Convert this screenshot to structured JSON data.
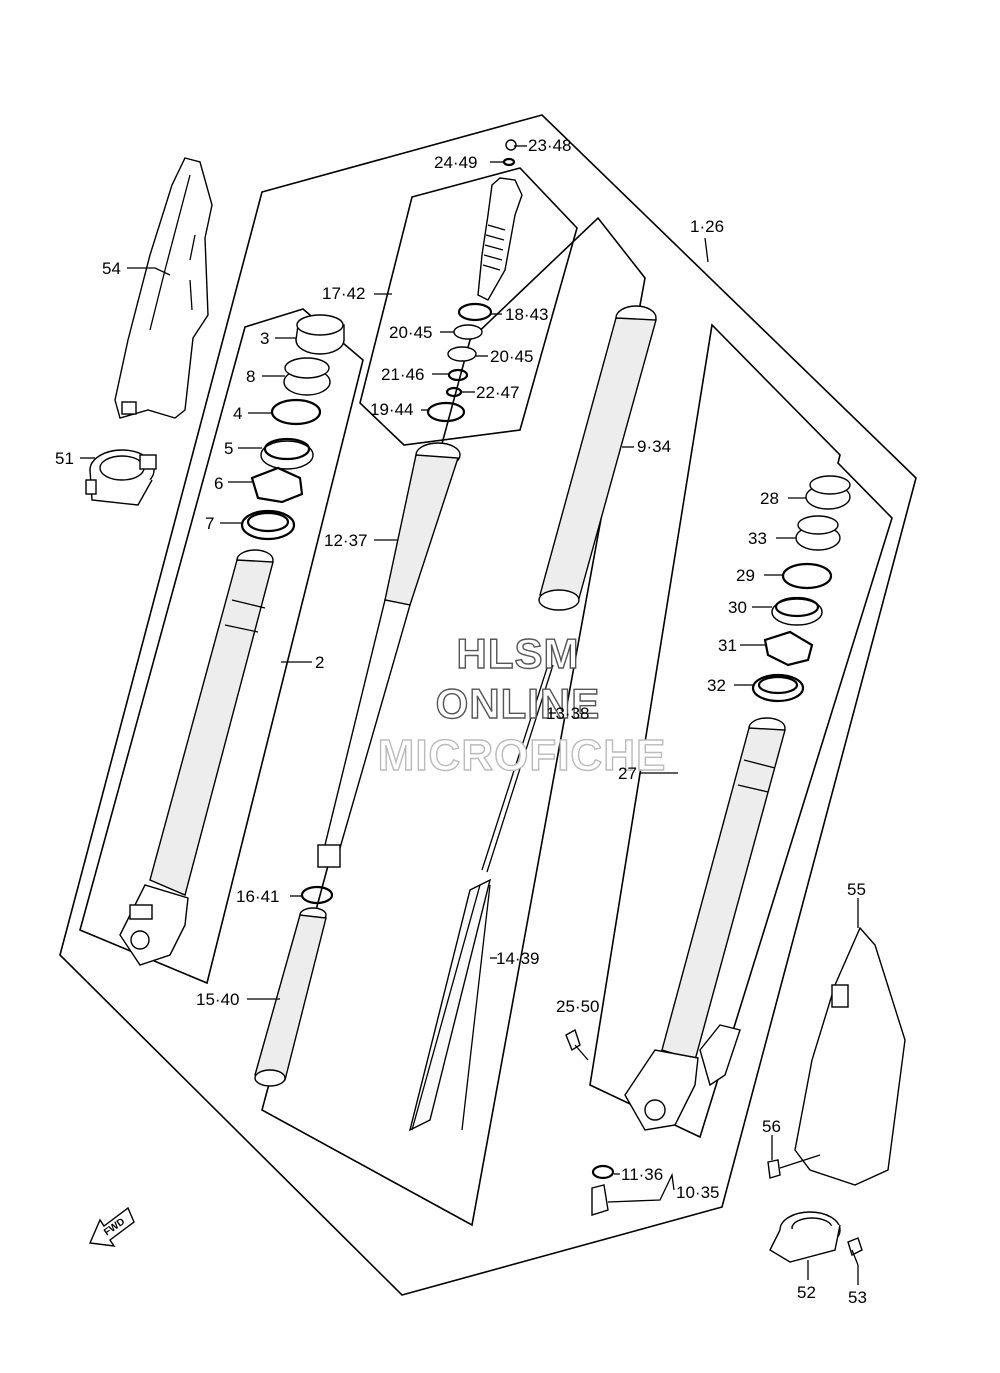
{
  "watermark": {
    "line1": "HLSM",
    "line2": "ONLINE",
    "line3": "MICROFICHE"
  },
  "fwd_label": "FWD",
  "labels": {
    "p1_26": "1·26",
    "p2": "2",
    "p3": "3",
    "p4": "4",
    "p5": "5",
    "p6": "6",
    "p7": "7",
    "p8": "8",
    "p9_34": "9·34",
    "p10_35": "10·35",
    "p11_36": "11·36",
    "p12_37": "12·37",
    "p13_38": "13·38",
    "p14_39": "14·39",
    "p15_40": "15·40",
    "p16_41": "16·41",
    "p17_42": "17·42",
    "p18_43": "18·43",
    "p19_44": "19·44",
    "p20_45a": "20·45",
    "p20_45b": "20·45",
    "p21_46": "21·46",
    "p22_47": "22·47",
    "p23_48": "23·48",
    "p24_49": "24·49",
    "p25_50": "25·50",
    "p27": "27",
    "p28": "28",
    "p29": "29",
    "p30": "30",
    "p31": "31",
    "p32": "32",
    "p33": "33",
    "p51": "51",
    "p52": "52",
    "p53": "53",
    "p54": "54",
    "p55": "55",
    "p56": "56"
  }
}
